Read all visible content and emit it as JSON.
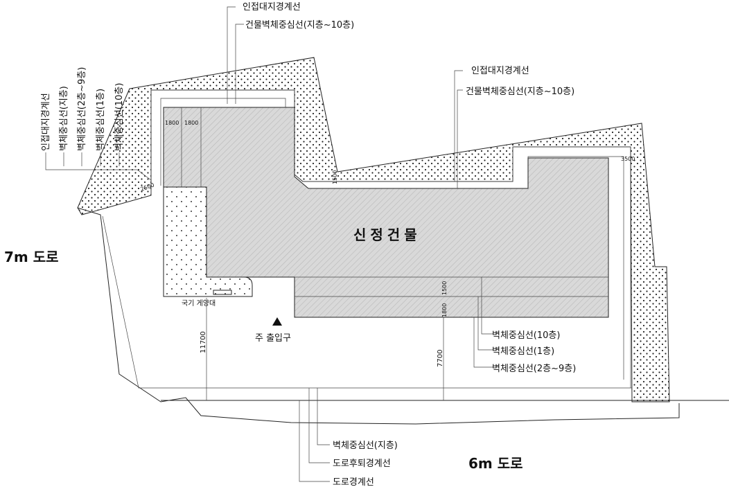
{
  "labels": {
    "adjacent_boundary": "인접대지경계선",
    "wall_center_b1_10f": "건물벽체중심선(지층~10층)",
    "wall_center_10f": "벽체중심선(10층)",
    "wall_center_1f": "벽체중심선(1층)",
    "wall_center_2f_9f": "벽체중심선(2층~9층)",
    "wall_center_b1": "벽체중심선(지층)",
    "road_setback_line": "도로후퇴경계선",
    "road_boundary_line": "도로경계선",
    "building_name": "신정건물",
    "main_entrance": "주 출입구",
    "flag_stand": "국기 게양대",
    "road_left": "7m 도로",
    "road_bottom": "6m 도로"
  },
  "vertical_labels": {
    "adjacent_boundary": "인접대지경계선",
    "wall_center_b1": "벽체중심선(지층)",
    "wall_center_2f_9f": "벽체중심선(2층~9층)",
    "wall_center_1f": "벽체중심선(1층)",
    "wall_center_10f": "벽체중심선(10층)"
  },
  "dimensions": {
    "d1800a": "1800",
    "d1800b": "1800",
    "d2500": "2500",
    "d1500_top": "1500",
    "d3500": "3500",
    "d1500_mid": "1500",
    "d1800_mid": "1800",
    "d11700": "11700",
    "d7700": "7700"
  },
  "colors": {
    "line": "#222222",
    "building_fill": "#d6d6d6",
    "background": "#ffffff"
  }
}
